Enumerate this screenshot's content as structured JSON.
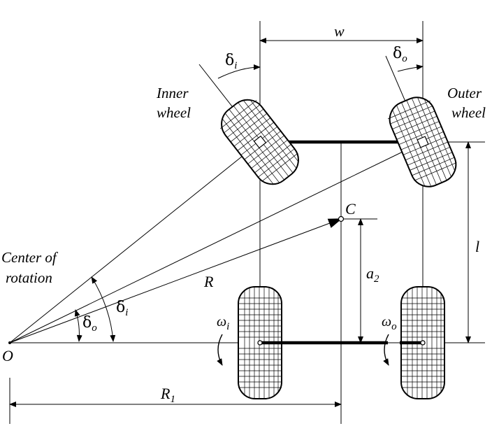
{
  "labels": {
    "track_width": "w",
    "delta": "δ",
    "sub_inner": "i",
    "sub_outer": "o",
    "inner_wheel_line1": "Inner",
    "inner_wheel_line2": "wheel",
    "outer_wheel_line1": "Outer",
    "outer_wheel_line2": "wheel",
    "mass_center": "C",
    "wheelbase": "l",
    "center_line1": "Center of",
    "center_line2": "rotation",
    "radius": "R",
    "rear_distance": "a",
    "rear_distance_sub": "2",
    "omega": "ω",
    "origin": "O",
    "rear_radius": "R",
    "rear_radius_sub": "1"
  }
}
